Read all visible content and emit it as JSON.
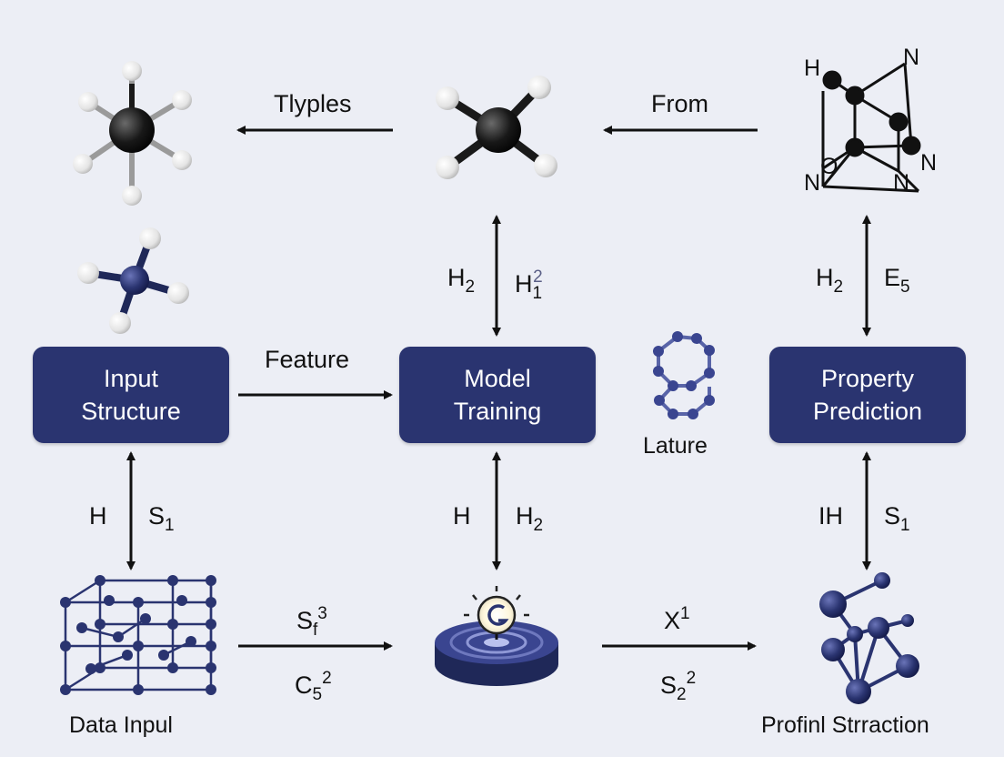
{
  "colors": {
    "background": "#eceef5",
    "node_fill": "#2a3470",
    "node_text": "#ffffff",
    "arrow": "#111111",
    "lattice_atom": "#2a3470",
    "carbon_atom": "#141414",
    "hydrogen_atom": "#f2f2f2"
  },
  "nodes": {
    "input": "Input\nStructure",
    "model": "Model\nTraining",
    "property": "Property\nPrediction"
  },
  "edge_labels": {
    "top_left": "Tlyples",
    "top_right": "From",
    "feature": "Feature",
    "mid_left": "Lature",
    "bottom_left_a_base": "S",
    "bottom_left_a_sub": "f",
    "bottom_left_a_sup": "3",
    "bottom_left_b_base": "C",
    "bottom_left_b_sub": "5",
    "bottom_left_b_sup": "2",
    "bottom_right_a_base": "X",
    "bottom_right_a_sup": "1",
    "bottom_right_b_base": "S",
    "bottom_right_b_sub": "2",
    "bottom_right_b_sup": "2"
  },
  "vertical_labels": {
    "model_top_left_base": "H",
    "model_top_left_sub": "2",
    "model_top_right_base": "H",
    "model_top_right_sub": "1",
    "model_top_right_sup": "2",
    "property_top_left_base": "H",
    "property_top_left_sub": "2",
    "property_top_right_base": "E",
    "property_top_right_sub": "5",
    "input_bottom_left": "H",
    "input_bottom_right_base": "S",
    "input_bottom_right_sub": "1",
    "model_bottom_left": "H",
    "model_bottom_right_base": "H",
    "model_bottom_right_sub": "2",
    "property_bottom_left": "IH",
    "property_bottom_right_base": "S",
    "property_bottom_right_sub": "1"
  },
  "molecule_labels": {
    "h": "H",
    "n1": "N",
    "n2": "N",
    "n3": "N",
    "n4": "N",
    "o": "O"
  },
  "captions": {
    "data_input": "Data Inpul",
    "profile": "Profinl Strraction"
  },
  "icons": {
    "octahedral": "octahedral-molecule-icon",
    "methane": "methane-molecule-icon",
    "cage": "cage-molecule-icon",
    "ammonium": "ammonium-molecule-icon",
    "ring": "ring-molecule-icon",
    "lattice": "crystal-lattice-icon",
    "disc": "glowing-disc-icon",
    "graph": "molecular-graph-icon"
  }
}
